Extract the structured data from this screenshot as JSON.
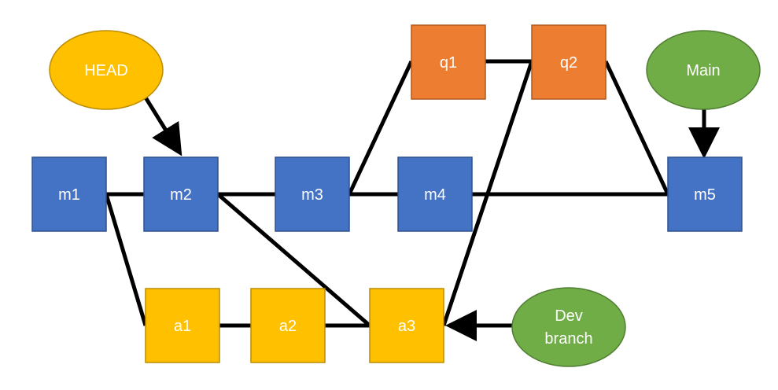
{
  "colors": {
    "main_commit": "#4472C4",
    "main_commit_border": "#2F528F",
    "a_commit": "#FFC000",
    "a_commit_border": "#BC8C00",
    "q_commit": "#ED7D31",
    "q_commit_border": "#AE5A21",
    "head_pointer": "#FFC000",
    "branch_pointer": "#70AD47",
    "branch_pointer_border": "#507E32",
    "edge": "#000000"
  },
  "commits": {
    "m1": "m1",
    "m2": "m2",
    "m3": "m3",
    "m4": "m4",
    "m5": "m5",
    "a1": "a1",
    "a2": "a2",
    "a3": "a3",
    "q1": "q1",
    "q2": "q2"
  },
  "pointers": {
    "head": "HEAD",
    "main": "Main",
    "dev_line1": "Dev",
    "dev_line2": "branch"
  }
}
